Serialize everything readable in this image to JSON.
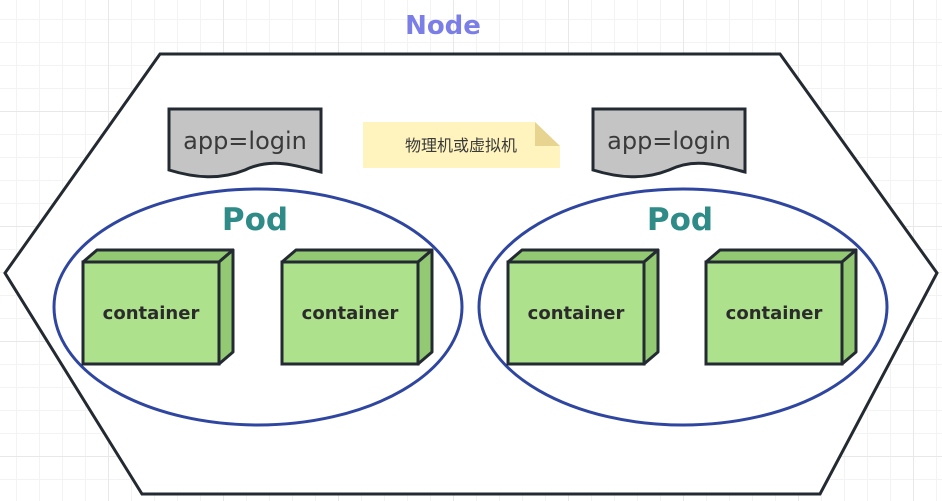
{
  "diagram": {
    "title": "Node",
    "note": "物理机或虚拟机",
    "colors": {
      "title": "#7b7ee6",
      "outline": "#232a31",
      "label_fill": "#c4c4c4",
      "label_text": "#3a3a3a",
      "note_fill": "#fff4bd",
      "note_fold": "#e6d490",
      "pod_ellipse": "#2f46a0",
      "pod_text": "#2e8b87",
      "container_front": "#ade18c",
      "container_side": "#93c973",
      "container_text": "#2b2b2b"
    },
    "pods": [
      {
        "label": "app=login",
        "name": "Pod",
        "containers": [
          {
            "name": "container"
          },
          {
            "name": "container"
          }
        ]
      },
      {
        "label": "app=login",
        "name": "Pod",
        "containers": [
          {
            "name": "container"
          },
          {
            "name": "container"
          }
        ]
      }
    ]
  }
}
